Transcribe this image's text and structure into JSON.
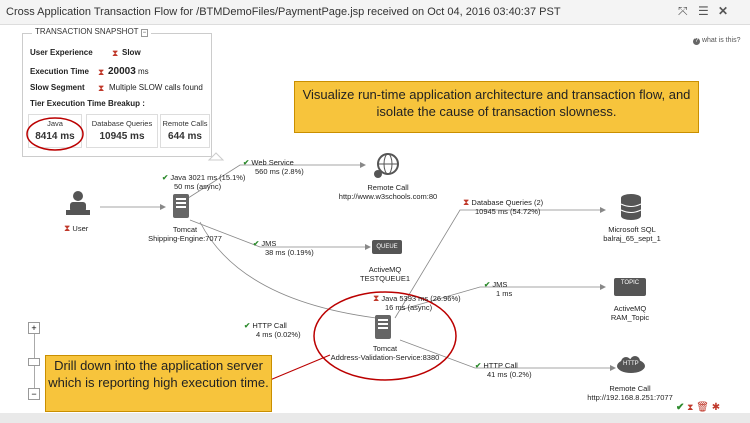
{
  "header": {
    "title": "Cross Application Transaction Flow for /BTMDemoFiles/PaymentPage.jsp received on Oct 04, 2016 03:40:37 PST",
    "icons": [
      "expand-icon",
      "list-icon",
      "close-icon"
    ]
  },
  "help": {
    "label": "what is this?"
  },
  "snapshot": {
    "label": "TRANSACTION SNAPSHOT",
    "user_experience_label": "User Experience",
    "user_experience_value": "Slow",
    "execution_time_label": "Execution Time",
    "execution_time_value": "20003",
    "execution_time_unit": "ms",
    "slow_segment_label": "Slow Segment",
    "slow_segment_value": "Multiple SLOW calls found",
    "breakup_label": "Tier Execution Time Breakup :",
    "breakup": [
      {
        "name": "Java",
        "value": "8414 ms"
      },
      {
        "name": "Database Queries",
        "value": "10945 ms"
      },
      {
        "name": "Remote Calls",
        "value": "644 ms"
      }
    ]
  },
  "callouts": {
    "top": "Visualize run-time application architecture and transaction flow, and isolate the cause of transaction slowness.",
    "bottom": "Drill down into the application server which is reporting high execution time."
  },
  "nodes": {
    "user": "User",
    "tomcat1": [
      "Tomcat",
      "Shipping-Engine:7077"
    ],
    "remote1": [
      "Remote Call",
      "http://www.w3schools.com:80"
    ],
    "activemq1": [
      "ActiveMQ",
      "TESTQUEUE1"
    ],
    "mssql": [
      "Microsoft SQL",
      "balraj_65_sept_1"
    ],
    "activemq2": [
      "ActiveMQ",
      "RAM_Topic"
    ],
    "tomcat2": [
      "Tomcat",
      "Address-Validation-Service:8380"
    ],
    "remote2": [
      "Remote Call",
      "http://192.168.8.251:7077"
    ]
  },
  "edges": {
    "java1": [
      "Java 3021 ms (15.1%)",
      "50 ms (async)"
    ],
    "webservice": [
      "Web Service",
      "560 ms (2.8%)"
    ],
    "jms1": [
      "JMS",
      "38 ms (0.19%)"
    ],
    "db": [
      "Database Queries (2)",
      "10945 ms (54.72%)"
    ],
    "jms2": [
      "JMS",
      "1 ms"
    ],
    "java2": [
      "Java 5393 ms (26.96%)",
      "16 ms (async)"
    ],
    "httpcall1": [
      "HTTP Call",
      "4 ms (0.02%)"
    ],
    "httpcall2": [
      "HTTP Call",
      "41 ms (0.2%)"
    ]
  },
  "badges": {
    "queue": "QUEUE",
    "topic": "TOPIC",
    "http": "HTTP"
  },
  "zoom": {
    "plus": "+",
    "minus": "−"
  }
}
